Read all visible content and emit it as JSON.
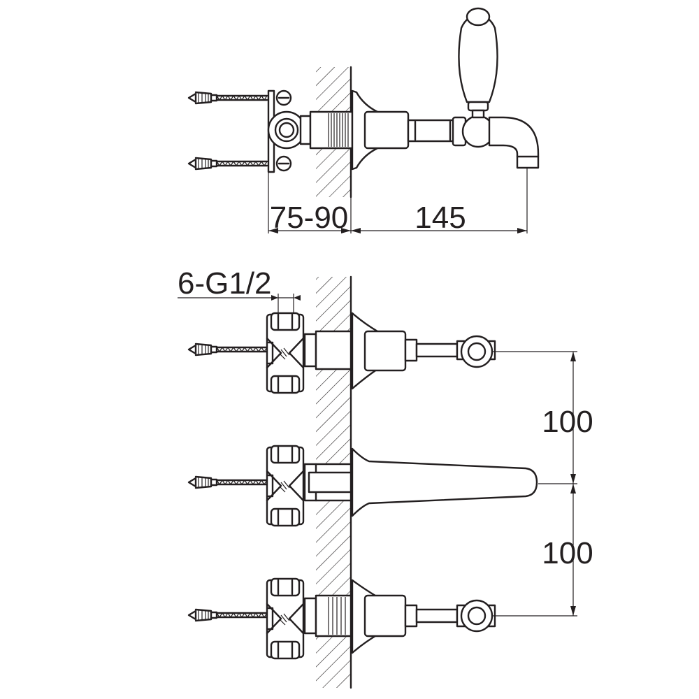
{
  "dimensions": {
    "depth_range": "75-90",
    "spout_projection": "145",
    "thread": "6-G1/2",
    "spacing_upper": "100",
    "spacing_lower": "100"
  },
  "colors": {
    "line": "#231f20",
    "background": "#ffffff"
  }
}
